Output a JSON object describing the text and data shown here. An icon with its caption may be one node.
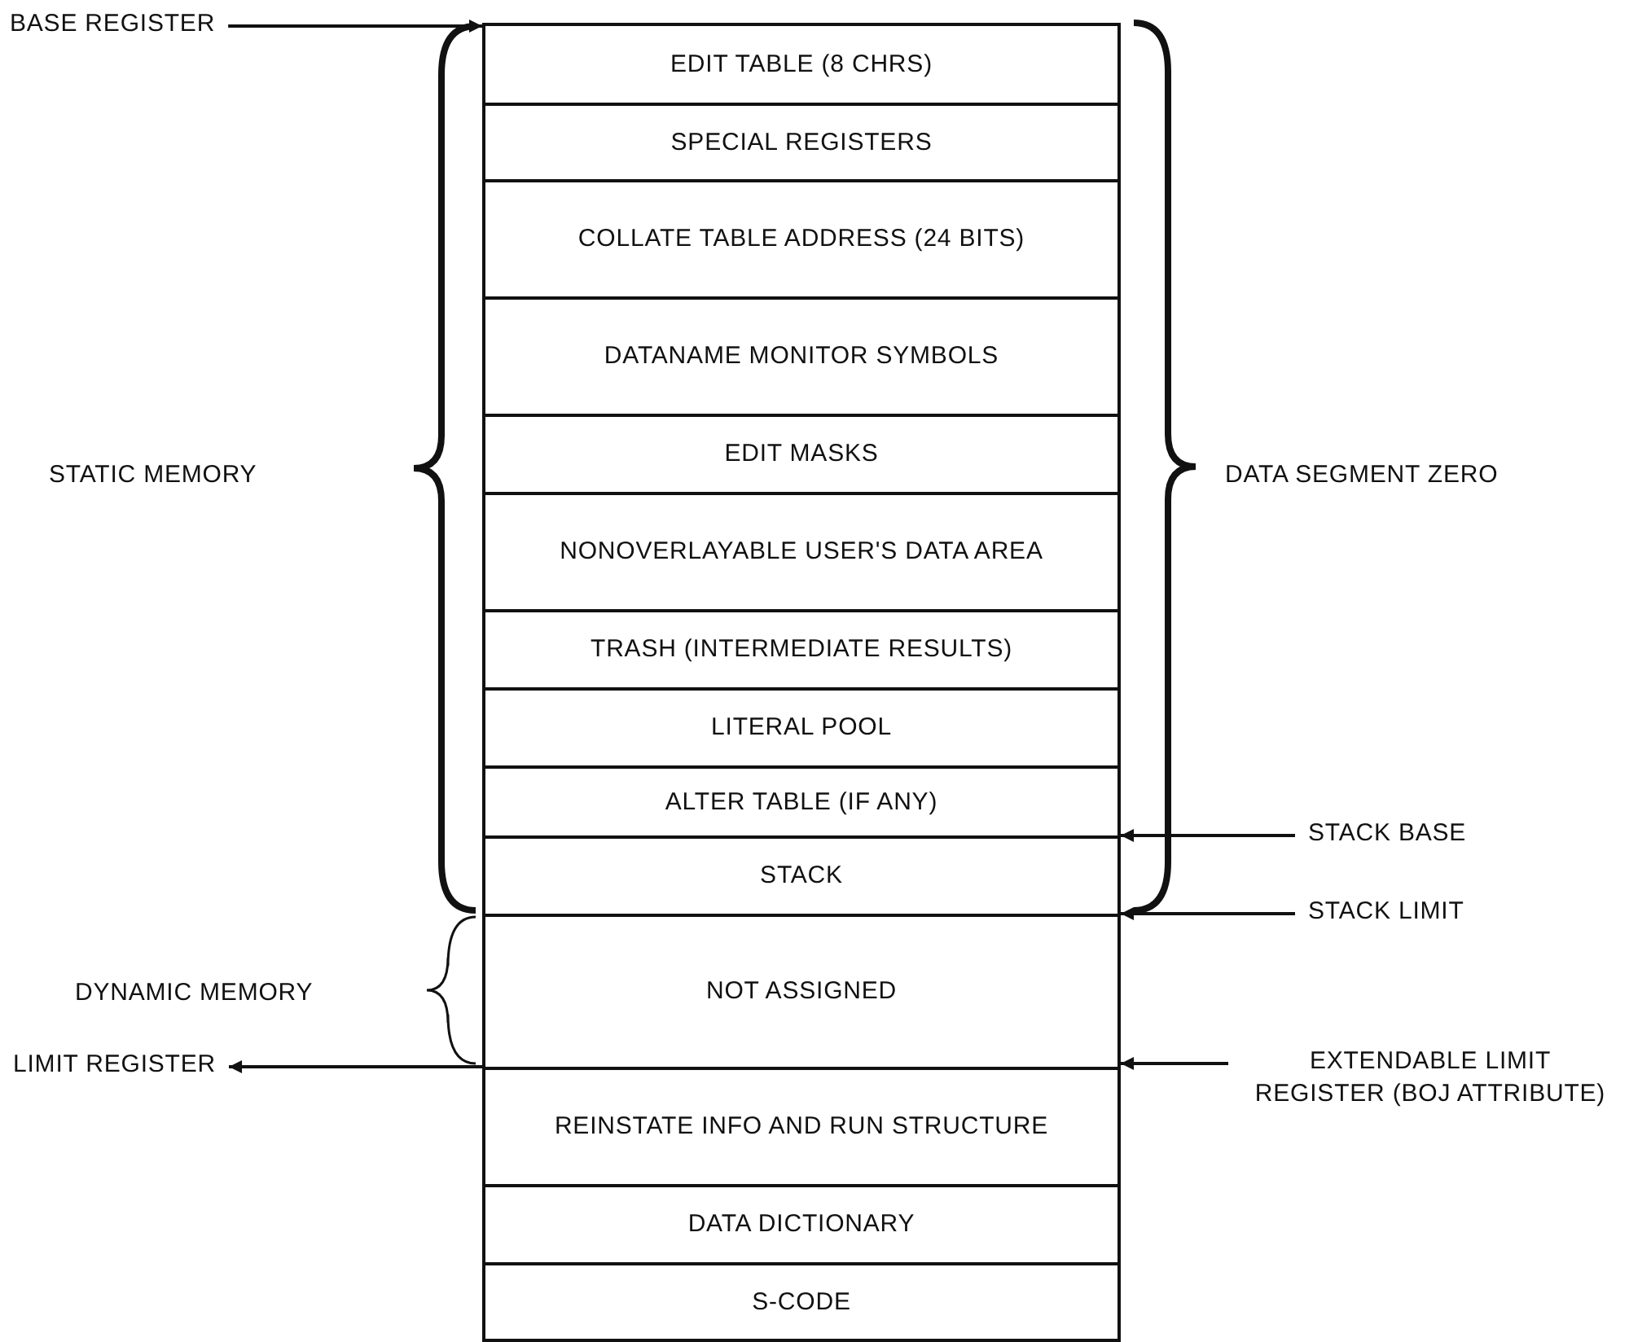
{
  "diagram": {
    "nodes": [
      {
        "text": [
          "BASE REGISTER"
        ]
      },
      {
        "text": [
          "EDIT TABLE (8 CHRS)"
        ]
      },
      {
        "text": [
          "SPECIAL REGISTERS"
        ]
      },
      {
        "text": [
          "COLLATE TABLE ADDRESS (24 BITS)"
        ]
      },
      {
        "text": [
          "DATANAME MONITOR SYMBOLS"
        ]
      },
      {
        "text": [
          "EDIT MASKS"
        ]
      },
      {
        "text": [
          "NONOVERLAYABLE USER'S DATA AREA"
        ]
      },
      {
        "text": [
          "TRASH (INTERMEDIATE RESULTS)"
        ]
      },
      {
        "text": [
          "LITERAL POOL"
        ]
      },
      {
        "text": [
          "ALTER TABLE (IF ANY)"
        ]
      },
      {
        "text": [
          "STACK"
        ]
      },
      {
        "text": [
          "NOT ASSIGNED"
        ]
      },
      {
        "text": [
          "REINSTATE INFO AND RUN STRUCTURE"
        ]
      },
      {
        "text": [
          "DATA DICTIONARY"
        ]
      },
      {
        "text": [
          "S-CODE"
        ]
      },
      {
        "text": [
          "STACK BASE"
        ]
      },
      {
        "text": [
          "STACK LIMIT"
        ]
      },
      {
        "text": [
          "LIMIT REGISTER"
        ]
      },
      {
        "text": [
          "EXTENDABLE LIMIT REGISTER (BOJ ATTRIBUTE)"
        ]
      }
    ],
    "edges": [
      {
        "from": 0,
        "to": 1,
        "arrow": "to"
      },
      {
        "from": 15,
        "to": 10,
        "arrow": "to"
      },
      {
        "from": 16,
        "to": 10,
        "arrow": "to"
      },
      {
        "from": 12,
        "to": 17,
        "arrow": "to"
      },
      {
        "from": 18,
        "to": 12,
        "arrow": "to"
      }
    ],
    "labels": [
      "STATIC MEMORY",
      "DATA SEGMENT ZERO",
      "DYNAMIC MEMORY"
    ]
  }
}
